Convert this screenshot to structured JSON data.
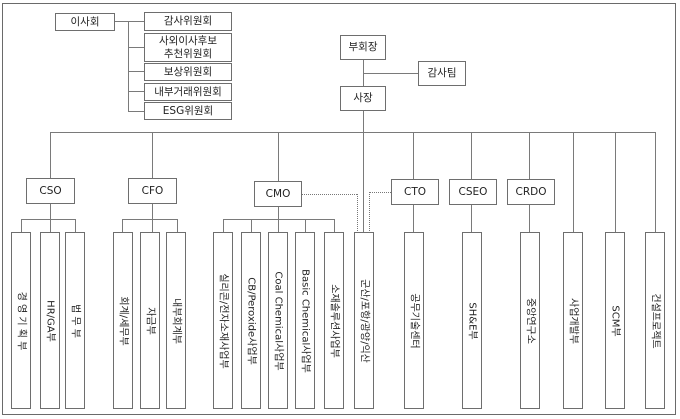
{
  "board": {
    "label": "이사회",
    "committees": [
      "감사위원회",
      "사외이사후보\n추천위원회",
      "보상위원회",
      "내부거래위원회",
      "ESG위원회"
    ]
  },
  "top": {
    "vice_chairman": "부회장",
    "audit_team": "감사팀",
    "president": "사장"
  },
  "executives": [
    {
      "label": "CSO",
      "departments": [
        "경 영 기 획 부",
        "HR/GA부",
        "법 무 부"
      ]
    },
    {
      "label": "CFO",
      "departments": [
        "회계/세무부",
        "자금부",
        "내부회계부"
      ]
    },
    {
      "label": "CMO",
      "departments": [
        "실리콘/전자소재사업부",
        "CB/Peroxide사업부",
        "Coal Chemical사업부",
        "Basic Chemical사업부",
        "소재솔루션사업부"
      ]
    },
    {
      "label": "CTO",
      "departments": [
        "공무기술센터"
      ]
    },
    {
      "label": "CSEO",
      "departments": [
        "SH&E부"
      ]
    },
    {
      "label": "CRDO",
      "departments": [
        "중앙연구소"
      ]
    }
  ],
  "shared_department": "군산/포항/광양/익산",
  "direct_departments": [
    "사업개발부",
    "SCM부",
    "건설프로젝트"
  ]
}
